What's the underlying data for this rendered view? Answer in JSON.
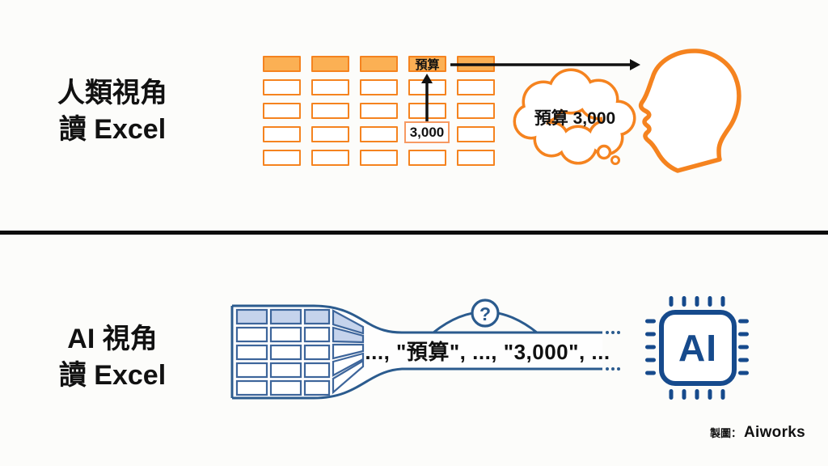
{
  "human_section": {
    "title_line1": "人類視角",
    "title_line2": "讀 Excel",
    "spreadsheet": {
      "rows": 5,
      "cols": 5,
      "header_row_filled": true,
      "header_label": "預算",
      "header_label_col": 4,
      "value_label": "3,000",
      "value_cell_row": 4,
      "value_cell_col": 4
    },
    "thought_bubble_text": "預算 3,000"
  },
  "ai_section": {
    "title_line1": "AI 視角",
    "title_line2": "讀 Excel",
    "spreadsheet": {
      "rows": 5,
      "cols": 4
    },
    "token_stream": "..., \"預算\", ..., \"3,000\", ...",
    "question_mark": "?",
    "chip_label": "AI"
  },
  "credit": {
    "prefix": "製圖：",
    "brand": "Aiworks"
  },
  "colors": {
    "orange": "#F5831F",
    "orange_fill": "#FBB054",
    "orange_light": "#F79A62",
    "ink": "#111111",
    "blue": "#2B5B8E",
    "blue_cell_border": "#3D659B",
    "blue_fill": "#C5D3EC",
    "chip_blue": "#164A8C",
    "background": "#FCFCFA"
  }
}
